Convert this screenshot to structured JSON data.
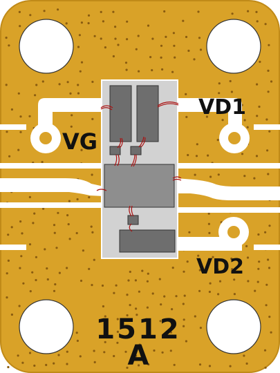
{
  "labels": {
    "vg": "VG",
    "vd1": "VD1",
    "vd2": "VD2",
    "part_number": "1512",
    "revision": "A"
  },
  "colors": {
    "substrate": "#d9a228",
    "substrate_edge": "#c08a18",
    "via": "#8a5c10",
    "trace": "#ffffff",
    "carrier": "#d2d2d2",
    "chip": "#6e6e6e",
    "mmic": "#8e8e8e",
    "bond_wire": "#aa1010",
    "text": "#111111"
  }
}
